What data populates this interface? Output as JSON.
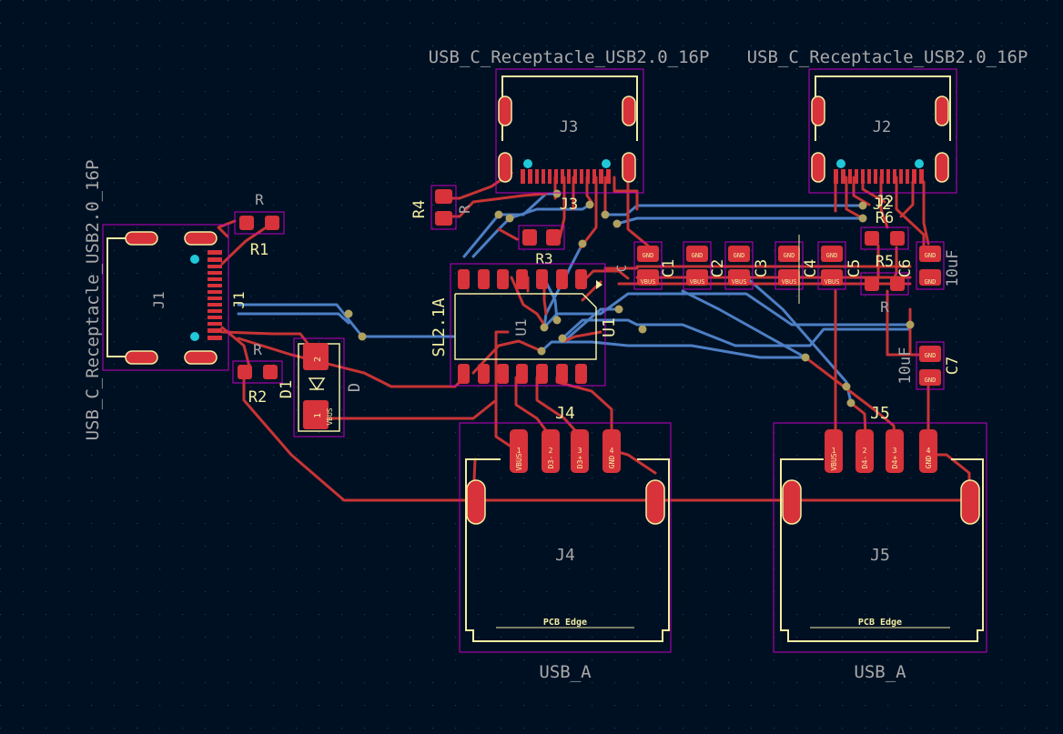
{
  "colors": {
    "background": "#001023",
    "grid": "#2b3a55",
    "copper_front": "#c83434",
    "copper_back": "#4d7fc4",
    "pad": "#d8323a",
    "courtyard": "#c200c2",
    "silkscreen": "#f2eda1",
    "fab": "#a8a8a8",
    "via_ring": "#b0a060",
    "hole": "#20c8d8"
  },
  "footprint_values": {
    "usbc_value": "USB_C_Receptacle_USB2.0_16P",
    "usba_value": "USB_A",
    "resistor_value": "R",
    "diode_value": "D",
    "ic_value": "SL2.1A",
    "cap_value": "C",
    "cap_10uf_value": "10uF",
    "pcb_edge_label": "PCB Edge"
  },
  "references": {
    "j1": "J1",
    "j2": "J2",
    "j3": "J3",
    "j4": "J4",
    "j5": "J5",
    "r1": "R1",
    "r2": "R2",
    "r3": "R3",
    "r4": "R4",
    "r5": "R5",
    "r6": "R6",
    "d1": "D1",
    "u1": "U1",
    "c1": "C1",
    "c2": "C2",
    "c3": "C3",
    "c4": "C4",
    "c5": "C5",
    "c6": "C6",
    "c7": "C7"
  },
  "pad_labels": {
    "gnd": "GND",
    "vbus": "VBUS",
    "d3_minus": "D3-",
    "d3_plus": "D3+",
    "d4_minus": "D4-",
    "d4_plus": "D4+",
    "pin1": "1",
    "pin2": "2",
    "pin3": "3",
    "pin4": "4"
  }
}
